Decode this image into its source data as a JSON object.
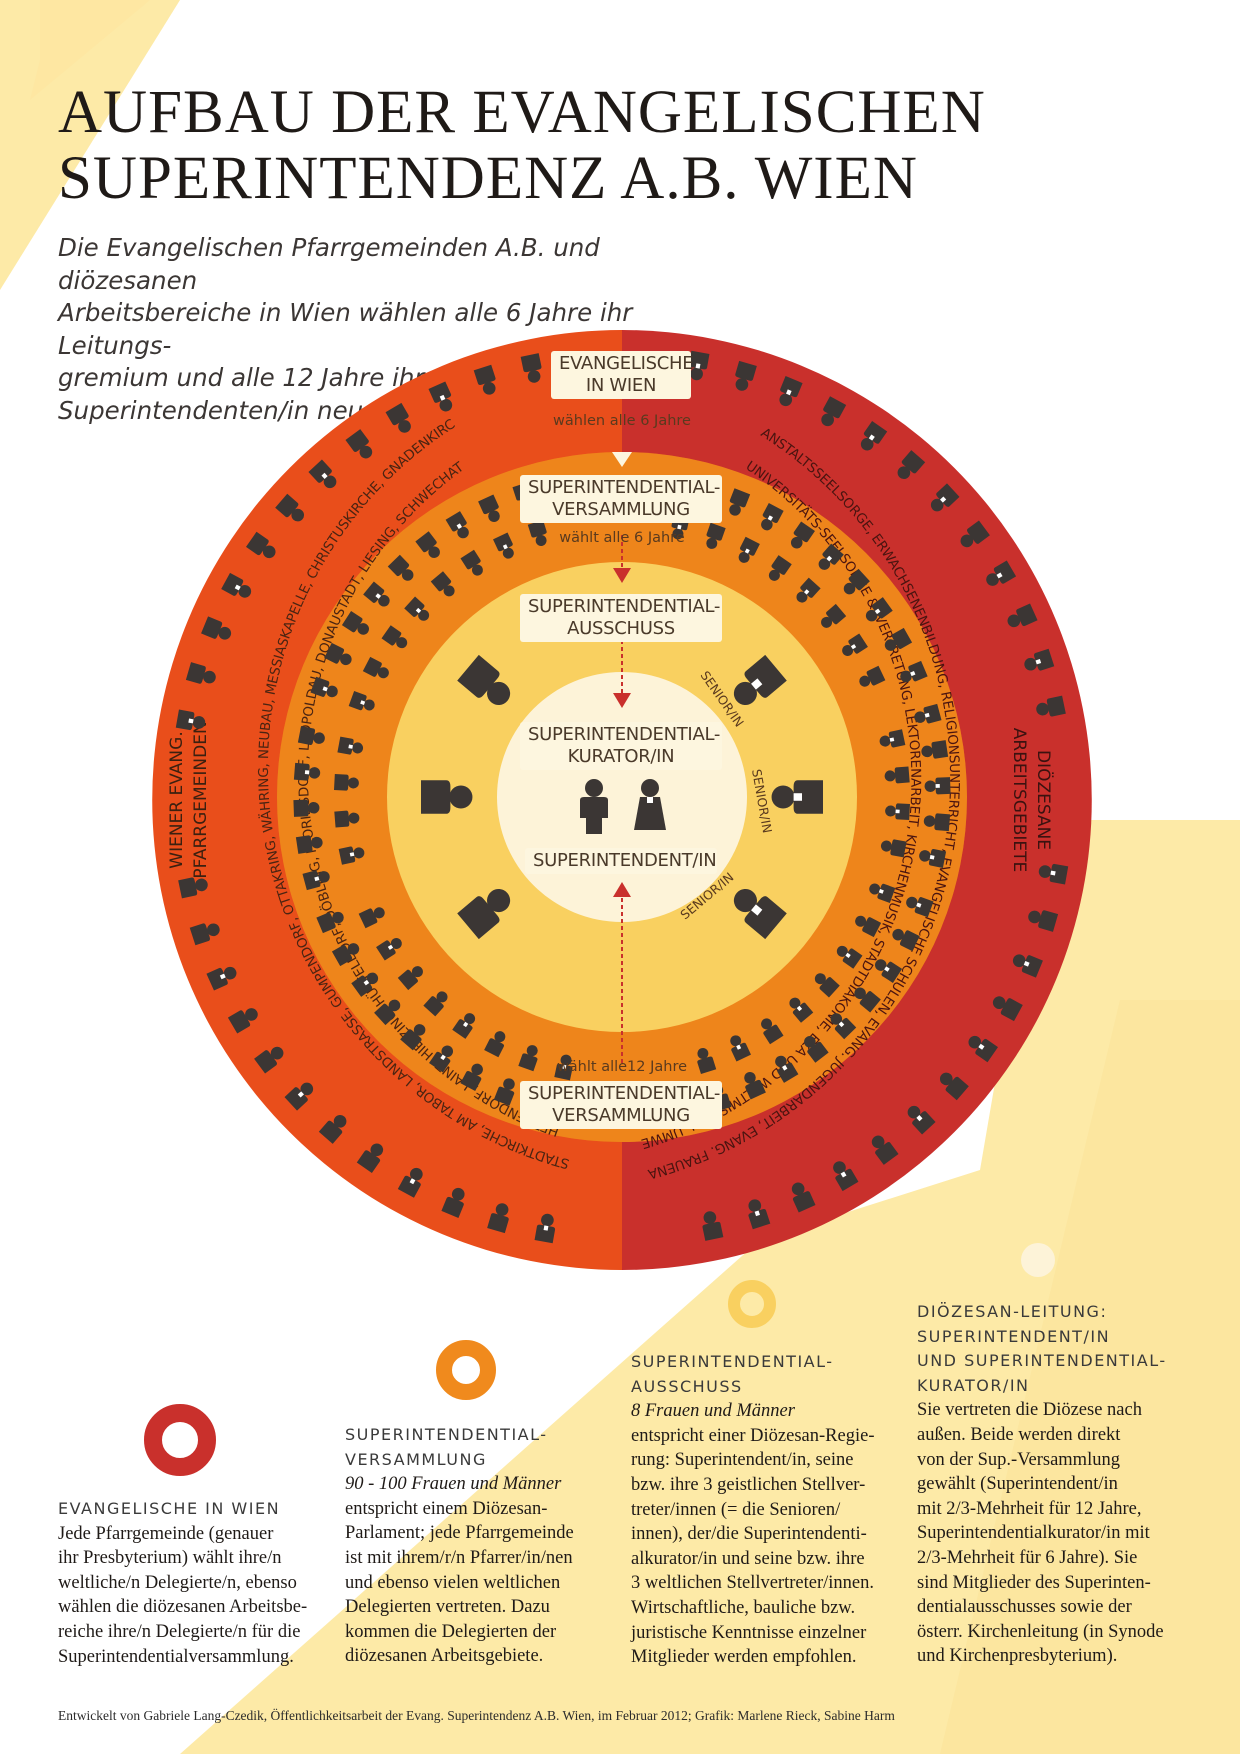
{
  "title": {
    "line1": "AUFBAU DER EVANGELISCHEN",
    "line2": "SUPERINTENDENZ A.B. WIEN"
  },
  "subtitle": {
    "line1": "Die Evangelischen Pfarrgemeinden A.B. und diözesanen",
    "line2": "Arbeitsbereiche in Wien wählen alle 6 Jahre ihr Leitungs-",
    "line3": "gremium und alle 12 Jahre ihre/n",
    "line4": "Superintendenten/in neu."
  },
  "diagram": {
    "top_label_line1": "EVANGELISCHE",
    "top_label_line2": "IN WIEN",
    "wahlen6": "wählen alle 6 Jahre",
    "versammlung_top_line1": "SUPERINTENDENTIAL-",
    "versammlung_top_line2": "VERSAMMLUNG",
    "waehlt6": "wählt alle 6 Jahre",
    "ausschuss_line1": "SUPERINTENDENTIAL-",
    "ausschuss_line2": "AUSSCHUSS",
    "kurator_line1": "SUPERINTENDENTIAL-",
    "kurator_line2": "KURATOR/IN",
    "superintendent": "SUPERINTENDENT/IN",
    "waehlt12": "wählt alle12 Jahre",
    "versammlung_bottom_line1": "SUPERINTENDENTIAL-",
    "versammlung_bottom_line2": "VERSAMMLUNG",
    "senior": "SENIOR/IN",
    "left_side_line1": "WIENER EVANG.",
    "left_side_line2": "PFARRGEMEINDEN",
    "right_side_line1": "DIÖZESANE",
    "right_side_line2": "ARBEITSGEBIETE",
    "left_arc_outer": "STADTKIRCHE, AM TABOR, LANDSTRASSE, GUMPENDORF, OTTAKRING, WÄHRING, NEUBAU, MESSIASKAPELLE, CHRISTUSKIRCHE, GNADENKIRCHE, THOMASKIRCHE, SIMMERING UND ARCHE",
    "left_arc_inner": "HETZENDORF, LAINZ, HIETZING, HÜTTELDORF, DÖBLING, FLORIDSDORF, LEOPOLDAU, DONAUSTADT, LIESING, SCHWECHAT",
    "right_arc_outer": "ANSTALTSSEELSORGE, ERWACHSENENBILDUNG, RELIGIONSUNTERRICHT, EVANGELISCHE SCHULEN, EVANG. JUGENDARBEIT, EVANG. FRAUENARBEIT,",
    "right_arc_inner": "UNIVERSITÄTS-SEELSORGE & -VERTRETUNG, LEKTORENARBEIT, KIRCHENMUSIK, STADTDIAKONIE, EZA UND WELTMISSION, UMWELT-REFERAT, ÖFFENTLICHKEITSARBEIT"
  },
  "colors": {
    "outer_left": "#e94e1b",
    "outer_right": "#c9302c",
    "middle_ring": "#f08a1d",
    "inner_ring": "#f9d060",
    "center": "#fdf3d8",
    "figure": "#3b3634",
    "background_yellow": "#fdeaa7"
  },
  "legend": {
    "col1": {
      "heading": "EVANGELISCHE IN WIEN",
      "lines": [
        "Jede Pfarrgemeinde (genauer",
        "ihr Presbyterium) wählt ihre/n",
        "weltliche/n Delegierte/n, ebenso",
        "wählen die diözesanen Arbeitsbe-",
        "reiche ihre/n Delegierte/n für die",
        "Superintendentialversammlung."
      ]
    },
    "col2": {
      "heading1": "SUPERINTENDENTIAL-",
      "heading2": "VERSAMMLUNG",
      "italic": "90 - 100 Frauen und Männer",
      "lines": [
        "entspricht einem Diözesan-",
        "Parlament; jede Pfarrgemeinde",
        "ist mit ihrem/r/n Pfarrer/in/nen",
        "und ebenso vielen weltlichen",
        "Delegierten vertreten. Dazu",
        "kommen die Delegierten der",
        "diözesanen Arbeitsgebiete."
      ]
    },
    "col3": {
      "heading1": "SUPERINTENDENTIAL-",
      "heading2": "AUSSCHUSS",
      "italic": "8 Frauen und Männer",
      "lines": [
        "entspricht einer Diözesan-Regie-",
        "rung: Superintendent/in, seine",
        "bzw. ihre 3 geistlichen Stellver-",
        "treter/innen (= die Senioren/",
        "innen), der/die Superintendenti-",
        "alkurator/in und seine bzw. ihre",
        "3 weltlichen Stellvertreter/innen.",
        "Wirtschaftliche, bauliche bzw.",
        "juristische Kenntnisse einzelner",
        "Mitglieder werden empfohlen."
      ]
    },
    "col4": {
      "heading1": "DIÖZESAN-LEITUNG:",
      "heading2": "SUPERINTENDENT/IN",
      "heading3": "UND SUPERINTENDENTIAL-",
      "heading4": "KURATOR/IN",
      "lines": [
        "Sie vertreten die Diözese nach",
        "außen. Beide werden direkt",
        "von der Sup.-Versammlung",
        "gewählt (Superintendent/in",
        "mit 2/3-Mehrheit für 12 Jahre,",
        "Superintendentialkurator/in mit",
        "2/3-Mehrheit für 6 Jahre). Sie",
        "sind Mitglieder des Superinten-",
        "dentialausschusses sowie der",
        "österr. Kirchenleitung (in Synode",
        "und Kirchenpresbyterium)."
      ]
    }
  },
  "footer": "Entwickelt von Gabriele Lang-Czedik, Öffentlichkeitsarbeit der Evang. Superintendenz A.B. Wien, im Februar 2012; Grafik: Marlene Rieck, Sabine Harm"
}
